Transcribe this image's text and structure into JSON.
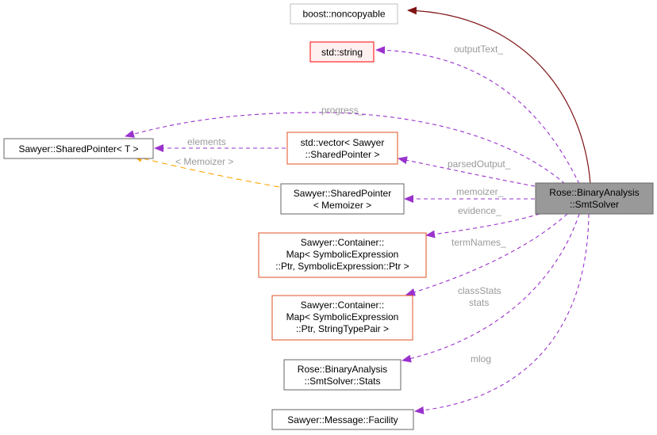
{
  "nodes": {
    "noncopyable": {
      "lines": [
        "boost::noncopyable"
      ]
    },
    "string": {
      "lines": [
        "std::string"
      ]
    },
    "shared_pointer_t": {
      "lines": [
        "Sawyer::SharedPointer< T >"
      ]
    },
    "vector": {
      "lines": [
        "std::vector< Sawyer",
        "::SharedPointer >"
      ]
    },
    "shared_pointer_memoizer": {
      "lines": [
        "Sawyer::SharedPointer",
        "< Memoizer >"
      ]
    },
    "smt_solver": {
      "lines": [
        "Rose::BinaryAnalysis",
        "::SmtSolver"
      ]
    },
    "map_ptr_ptr": {
      "lines": [
        "Sawyer::Container::",
        "Map< SymbolicExpression",
        "::Ptr, SymbolicExpression::Ptr >"
      ]
    },
    "map_ptr_pair": {
      "lines": [
        "Sawyer::Container::",
        "Map< SymbolicExpression",
        "::Ptr, StringTypePair >"
      ]
    },
    "stats": {
      "lines": [
        "Rose::BinaryAnalysis",
        "::SmtSolver::Stats"
      ]
    },
    "facility": {
      "lines": [
        "Sawyer::Message::Facility"
      ]
    }
  },
  "edges": {
    "outputText": [
      "outputText_"
    ],
    "progress": [
      "progress_"
    ],
    "elements": [
      "elements"
    ],
    "memoizer_template": [
      "< Memoizer >"
    ],
    "parsedOutput": [
      "parsedOutput_"
    ],
    "memoizer": [
      "memoizer_"
    ],
    "evidence": [
      "evidence_"
    ],
    "termNames": [
      "termNames_"
    ],
    "stats": [
      "classStats",
      "stats"
    ],
    "mlog": [
      "mlog"
    ]
  },
  "colors": {
    "inheritance": "#7f1416",
    "usage": "#9a32cd",
    "template": "#ffa500",
    "focus_fill": "#999999",
    "undocumented_border": "#ff0000",
    "undocumented_fill": "#fff0f0",
    "template_border": "#e05020",
    "normal_border": "#666666",
    "light_border": "#bfbfbf"
  }
}
